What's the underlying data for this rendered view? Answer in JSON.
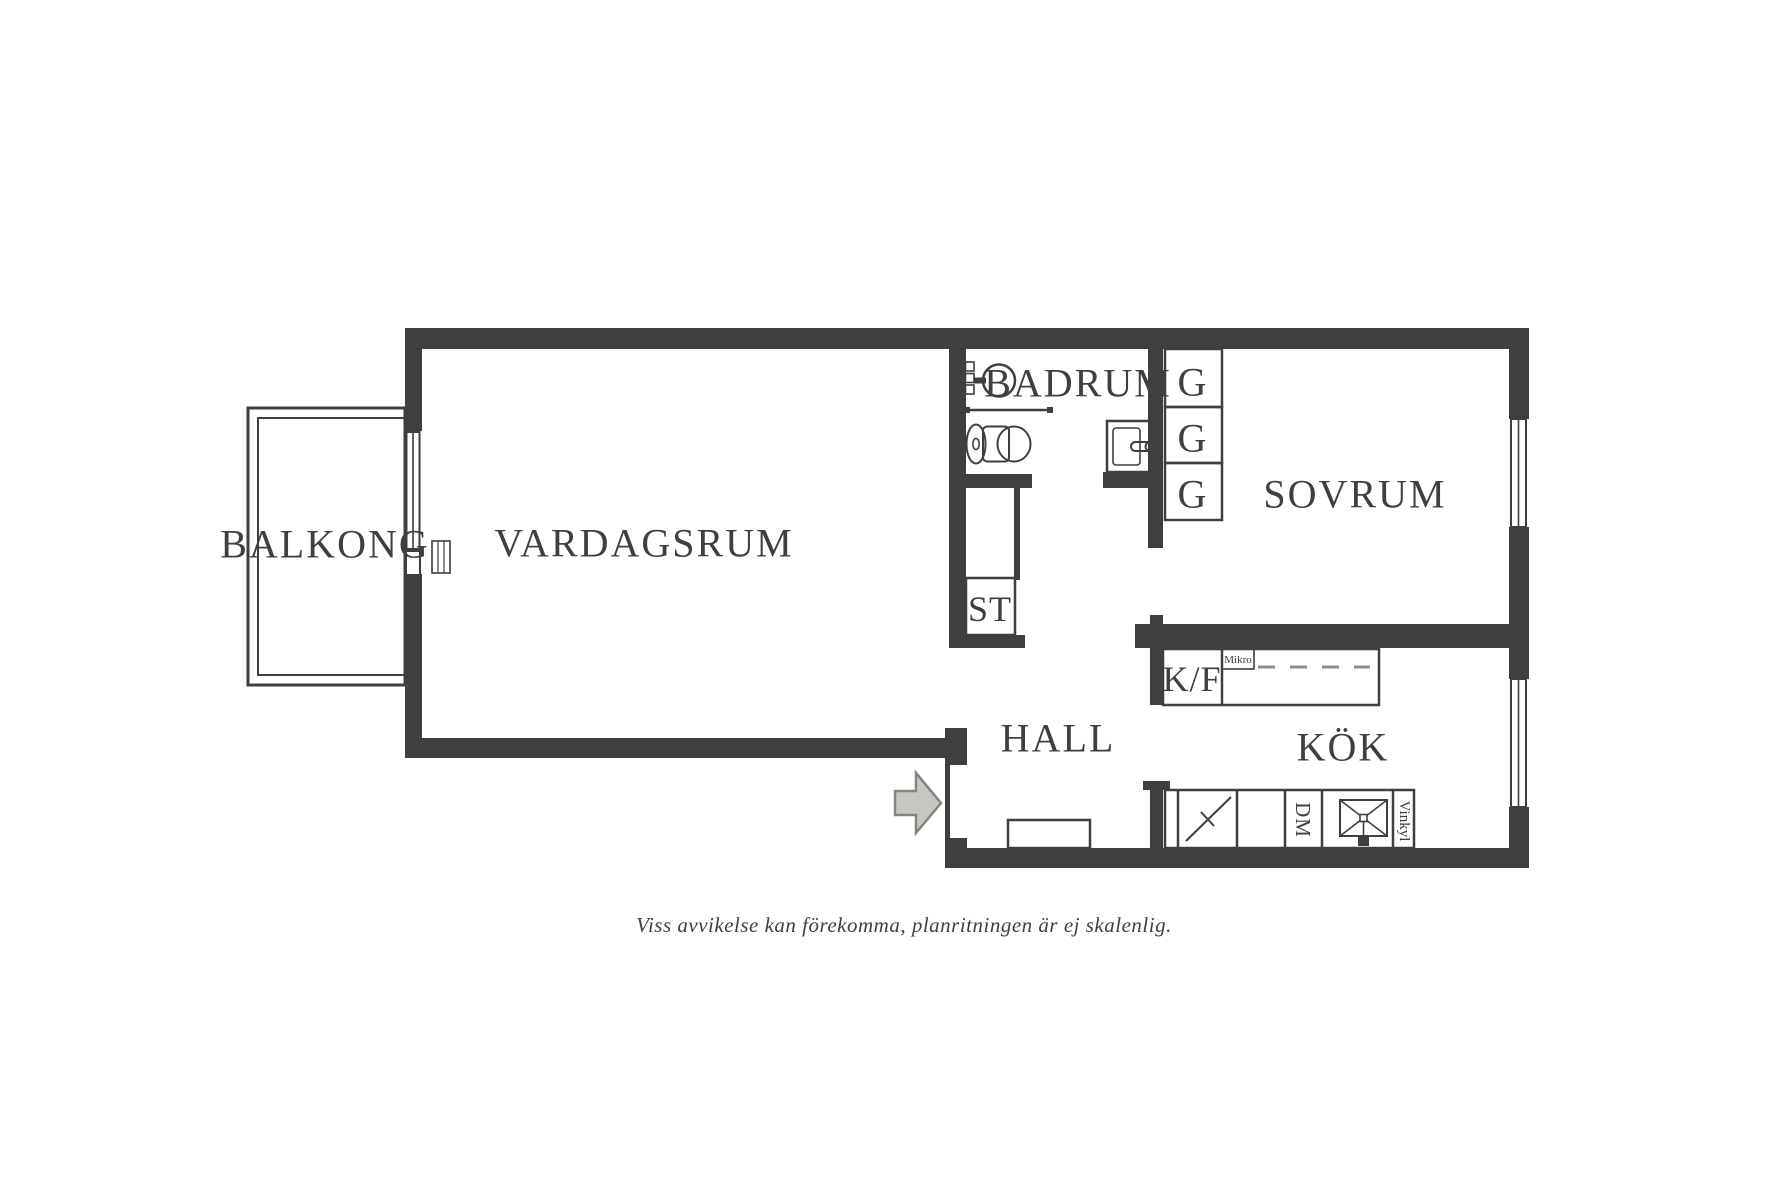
{
  "document": {
    "caption": "Viss avvikelse kan förekomma, planritningen är ej skalenlig."
  },
  "rooms": {
    "balcony": {
      "label": "BALKONG"
    },
    "living_room": {
      "label": "VARDAGSRUM"
    },
    "bathroom": {
      "label": "BADRUM"
    },
    "bedroom": {
      "label": "SOVRUM"
    },
    "hall": {
      "label": "HALL"
    },
    "kitchen": {
      "label": "KÖK"
    }
  },
  "fixtures": {
    "closet_st": {
      "label": "ST"
    },
    "wardrobes": [
      {
        "label": "G"
      },
      {
        "label": "G"
      },
      {
        "label": "G"
      }
    ],
    "fridge_freezer": {
      "label": "K/F"
    },
    "microwave": {
      "label": "Mikro"
    },
    "dishwasher": {
      "label": "DM"
    },
    "wine_fridge": {
      "label": "Vinkyl"
    }
  },
  "icons": {
    "entrance_arrow": "right-block-arrow",
    "toilet": "toilet-top-view",
    "shower": "shower-head",
    "washbasin": "sink-basin",
    "kitchen_sink": "sink-crossed",
    "stove": "diagonal-tick"
  },
  "colors": {
    "line": "#3f3f3f",
    "dash": "#8c8c8c",
    "arrow_fill": "#c6c6c3",
    "arrow_stroke": "#85857f",
    "background": "#ffffff"
  }
}
